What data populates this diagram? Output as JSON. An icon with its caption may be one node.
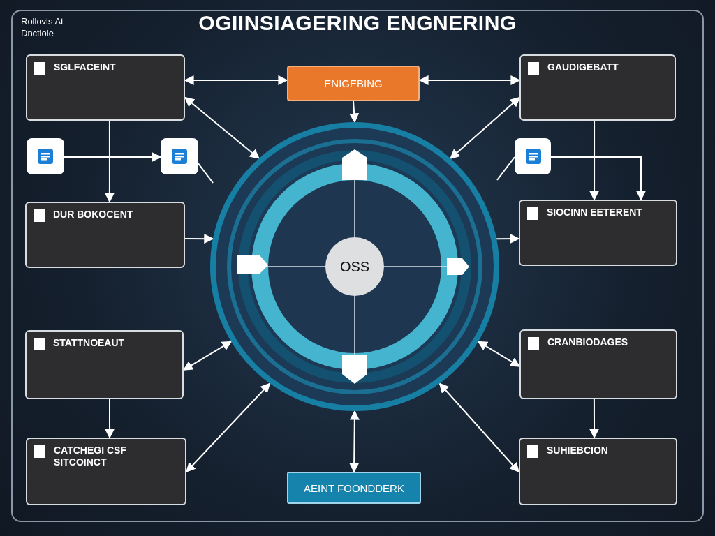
{
  "diagram": {
    "title": "OGIINSIAGERING ENGNERING",
    "nodes": [
      {
        "text": [
          "SGLFACEINT"
        ]
      },
      {
        "text": [
          "ENIGEBING"
        ]
      },
      {
        "text": [
          "GAUDIGEBATT"
        ]
      },
      {
        "text": [],
        "shape": "box"
      },
      {
        "text": [],
        "shape": "box"
      },
      {
        "text": [],
        "shape": "box"
      },
      {
        "text": [
          "DUR BOKOCENT"
        ]
      },
      {
        "text": [
          "SIOCINN EETERENT"
        ]
      },
      {
        "text": [],
        "shape": "circle"
      },
      {
        "text": [
          "OSS"
        ],
        "in": 8
      },
      {
        "text": [
          "STATTNOEAUT"
        ]
      },
      {
        "text": [
          "CRANBIODAGES"
        ]
      },
      {
        "text": [
          "CATCHEGI CSF SITCOINCT"
        ]
      },
      {
        "text": [
          "AEINT FOONDDERK"
        ]
      },
      {
        "text": [
          "SUHIEBCION"
        ]
      }
    ],
    "edges": [
      {
        "from": 0,
        "to": 1,
        "arrow": "both"
      },
      {
        "from": 1,
        "to": 2,
        "arrow": "both"
      },
      {
        "from": 1,
        "to": 8,
        "arrow": "to"
      },
      {
        "from": 0,
        "to": 8,
        "arrow": "both"
      },
      {
        "from": 2,
        "to": 8,
        "arrow": "both"
      },
      {
        "from": 0,
        "to": 6,
        "arrow": "to"
      },
      {
        "from": 3,
        "to": 4,
        "arrow": "to"
      },
      {
        "from": 4,
        "to": null,
        "arrow": "none"
      },
      {
        "from": 2,
        "to": 7,
        "arrow": "to"
      },
      {
        "from": 5,
        "to": 7,
        "arrow": "to"
      },
      {
        "from": 5,
        "to": null,
        "arrow": "none"
      },
      {
        "from": 6,
        "to": 8,
        "arrow": "to"
      },
      {
        "from": 8,
        "to": 7,
        "arrow": "to"
      },
      {
        "from": 10,
        "to": 8,
        "arrow": "both"
      },
      {
        "from": 8,
        "to": 11,
        "arrow": "both"
      },
      {
        "from": 10,
        "to": 12,
        "arrow": "to"
      },
      {
        "from": 11,
        "to": 14,
        "arrow": "to"
      },
      {
        "from": 8,
        "to": 12,
        "arrow": "both"
      },
      {
        "from": 8,
        "to": 13,
        "arrow": "both"
      },
      {
        "from": 8,
        "to": 14,
        "arrow": "both"
      }
    ],
    "labels": [
      "Rollovls At Dnctiole"
    ]
  }
}
